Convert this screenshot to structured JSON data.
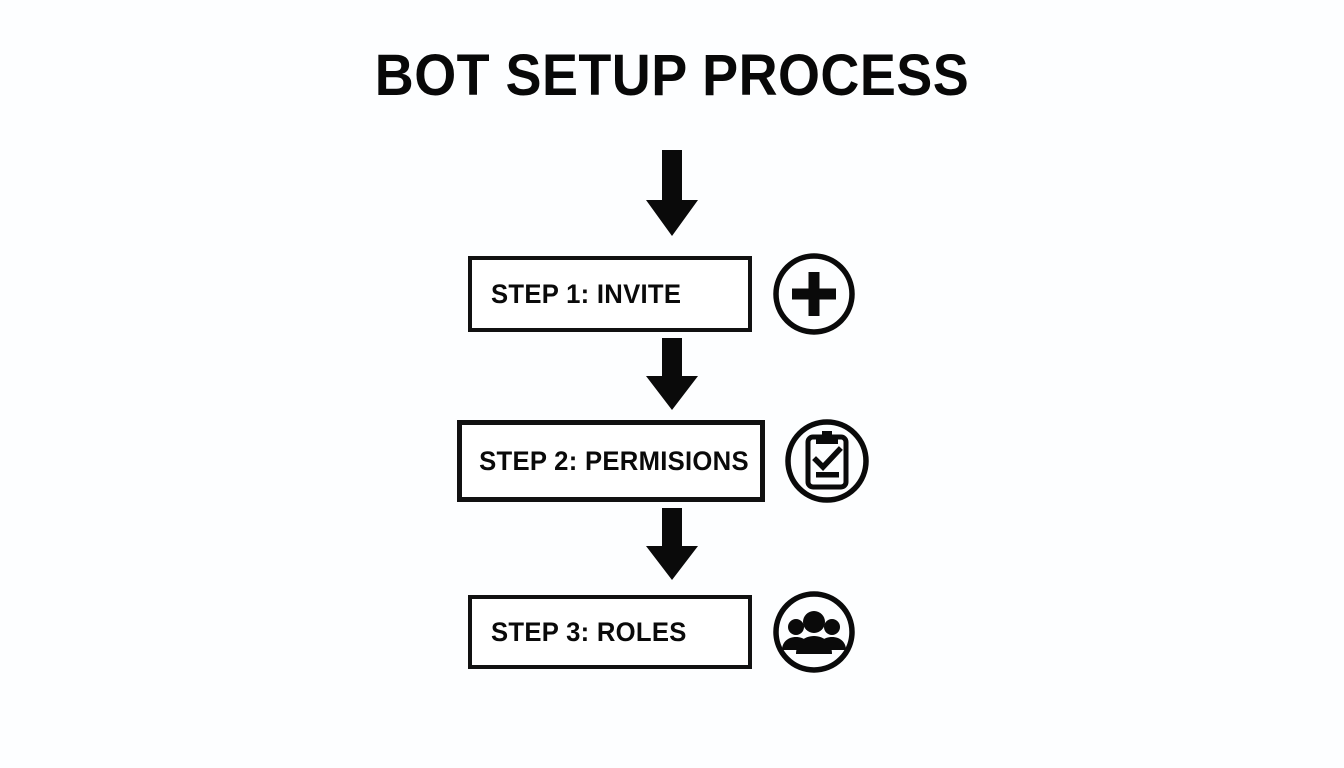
{
  "diagram": {
    "title": "BOT SETUP PROCESS",
    "type": "flowchart",
    "orientation": "vertical",
    "background_color": "#fdfeff",
    "line_color": "#111111",
    "text_color": "#0a0a0a",
    "steps": [
      {
        "label": "STEP 1: INVITE",
        "icon": "plus-circle-icon",
        "icon_description": "plus sign inside an outlined circle"
      },
      {
        "label": "STEP 2: PERMISIONS",
        "icon": "clipboard-check-circle-icon",
        "icon_description": "clipboard with checkmark inside an outlined circle"
      },
      {
        "label": "STEP 3: ROLES",
        "icon": "people-group-circle-icon",
        "icon_description": "three person silhouettes inside an outlined circle"
      }
    ],
    "connectors": [
      {
        "name": "entry-arrow",
        "direction": "down"
      },
      {
        "name": "arrow-step1-to-step2",
        "direction": "down"
      },
      {
        "name": "arrow-step2-to-step3",
        "direction": "down"
      }
    ]
  }
}
